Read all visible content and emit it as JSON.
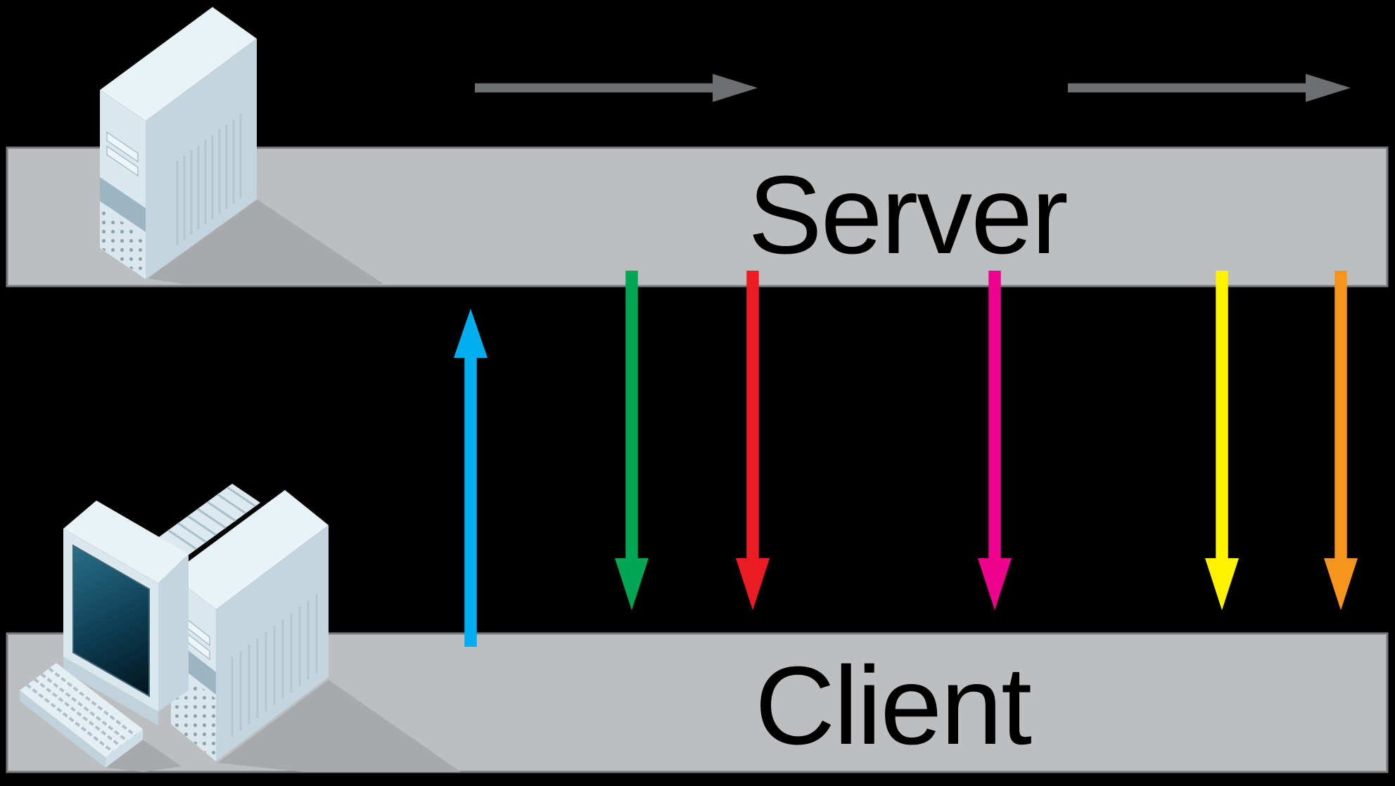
{
  "bands": {
    "server": {
      "label": "Server",
      "fill": "#bcbec0",
      "border": "#77787b"
    },
    "client": {
      "label": "Client",
      "fill": "#bcbec0",
      "border": "#77787b"
    }
  },
  "arrows": {
    "horizontal": [
      {
        "id": "server-flow-arrow-left",
        "direction": "right",
        "color": "#6d6e71"
      },
      {
        "id": "server-flow-arrow-right",
        "direction": "right",
        "color": "#6d6e71"
      }
    ],
    "vertical": [
      {
        "id": "client-to-server-up-arrow",
        "direction": "up",
        "color": "#00aeef"
      },
      {
        "id": "server-to-client-arrow-green",
        "direction": "down",
        "color": "#00a651"
      },
      {
        "id": "server-to-client-arrow-red",
        "direction": "down",
        "color": "#ed1c24"
      },
      {
        "id": "server-to-client-arrow-magenta",
        "direction": "down",
        "color": "#ec008c"
      },
      {
        "id": "server-to-client-arrow-yellow",
        "direction": "down",
        "color": "#fff200"
      },
      {
        "id": "server-to-client-arrow-orange",
        "direction": "down",
        "color": "#f7941d"
      }
    ]
  },
  "icons": {
    "server_tower": "server-tower-computer",
    "client_workstation": "desktop-computer-monitor-keyboard-tower"
  },
  "colors": {
    "background": "#000000",
    "label_text": "#000000",
    "shadow": "#a7a9ac"
  }
}
